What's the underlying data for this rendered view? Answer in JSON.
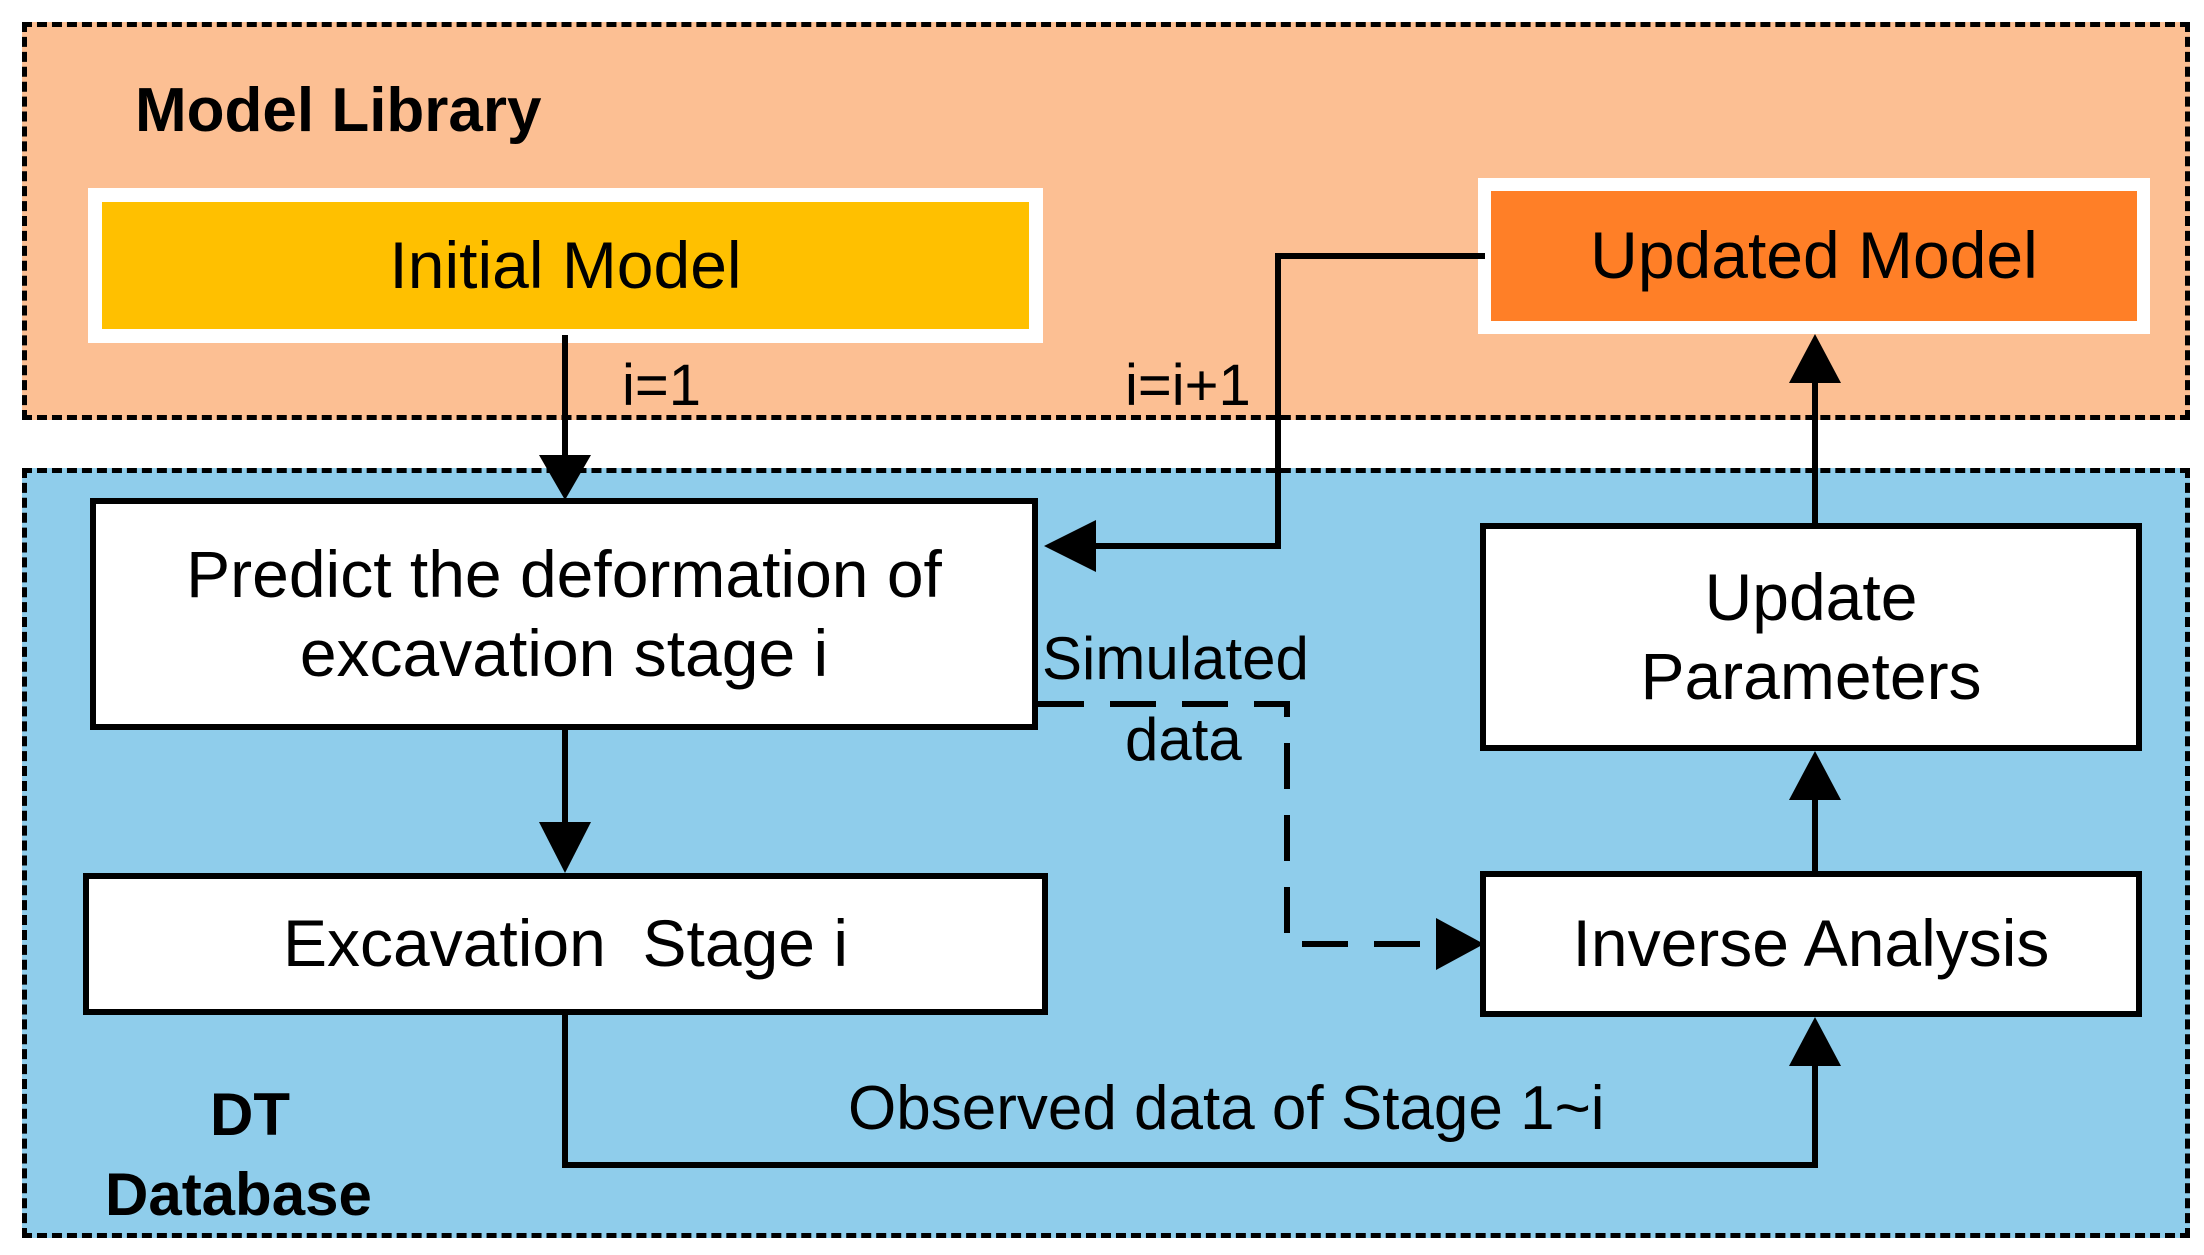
{
  "regions": {
    "model_library": {
      "label": "Model Library",
      "color": "#FCBF93"
    },
    "dt_database": {
      "label_line1": "DT",
      "label_line2": "Database",
      "color": "#8FCDEB"
    }
  },
  "boxes": {
    "initial_model": {
      "label": "Initial Model",
      "color": "#FFC000"
    },
    "updated_model": {
      "label": "Updated Model",
      "color": "#FF7F27"
    },
    "predict": {
      "line1": "Predict the deformation of",
      "line2": "excavation stage  i"
    },
    "excavation": {
      "label": "Excavation  Stage i"
    },
    "update_parameters": {
      "line1": "Update",
      "line2": "Parameters"
    },
    "inverse_analysis": {
      "label": "Inverse Analysis"
    }
  },
  "edge_labels": {
    "i_equals_1": "i=1",
    "i_increment": "i=i+1",
    "simulated_line1": "Simulated",
    "simulated_line2": "data",
    "observed": "Observed data of Stage 1~i"
  }
}
